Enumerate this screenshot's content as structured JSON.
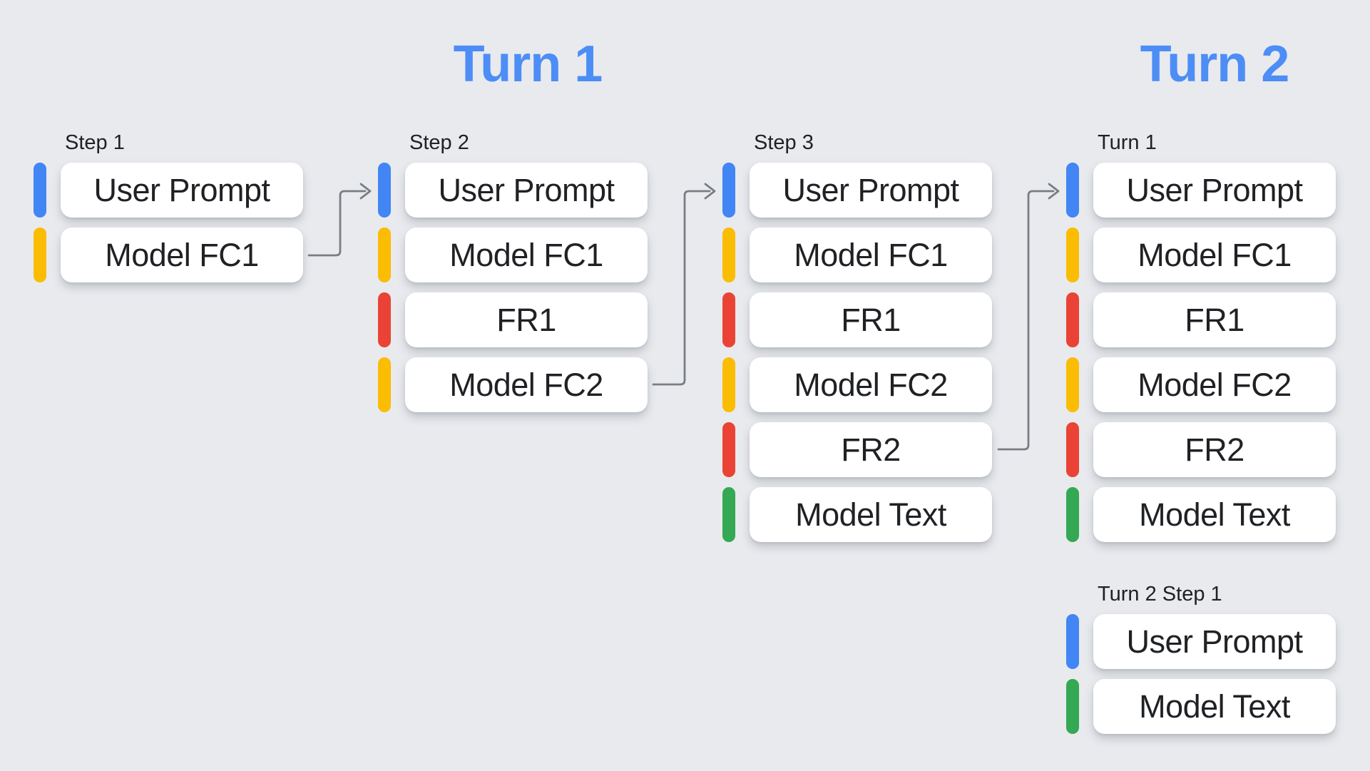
{
  "titles": {
    "turn1": "Turn 1",
    "turn2": "Turn 2"
  },
  "colors": {
    "background": "#e8eaee",
    "title_blue": "#4d8df6",
    "blue": "#4285f4",
    "yellow": "#fbbc04",
    "red": "#ea4335",
    "green": "#34a853",
    "arrow_gray": "#797e83",
    "card_bg": "#ffffff",
    "text": "#1f2124"
  },
  "columns": [
    {
      "label": "Step 1",
      "items": [
        {
          "label": "User Prompt",
          "color": "blue"
        },
        {
          "label": "Model FC1",
          "color": "yellow"
        }
      ]
    },
    {
      "label": "Step 2",
      "items": [
        {
          "label": "User Prompt",
          "color": "blue"
        },
        {
          "label": "Model FC1",
          "color": "yellow"
        },
        {
          "label": "FR1",
          "color": "red"
        },
        {
          "label": "Model FC2",
          "color": "yellow"
        }
      ]
    },
    {
      "label": "Step 3",
      "items": [
        {
          "label": "User Prompt",
          "color": "blue"
        },
        {
          "label": "Model FC1",
          "color": "yellow"
        },
        {
          "label": "FR1",
          "color": "red"
        },
        {
          "label": "Model FC2",
          "color": "yellow"
        },
        {
          "label": "FR2",
          "color": "red"
        },
        {
          "label": "Model Text",
          "color": "green"
        }
      ]
    },
    {
      "label": "Turn 1",
      "items": [
        {
          "label": "User Prompt",
          "color": "blue"
        },
        {
          "label": "Model FC1",
          "color": "yellow"
        },
        {
          "label": "FR1",
          "color": "red"
        },
        {
          "label": "Model FC2",
          "color": "yellow"
        },
        {
          "label": "FR2",
          "color": "red"
        },
        {
          "label": "Model Text",
          "color": "green"
        }
      ]
    },
    {
      "label": "Turn 2 Step 1",
      "items": [
        {
          "label": "User Prompt",
          "color": "blue"
        },
        {
          "label": "Model Text",
          "color": "green"
        }
      ]
    }
  ],
  "connections": [
    {
      "from": "Step 1 / Model FC1",
      "to": "Step 2 / User Prompt"
    },
    {
      "from": "Step 2 / Model FC2",
      "to": "Step 3 / User Prompt"
    },
    {
      "from": "Step 3 / FR2",
      "to": "Turn 1 / User Prompt"
    }
  ]
}
